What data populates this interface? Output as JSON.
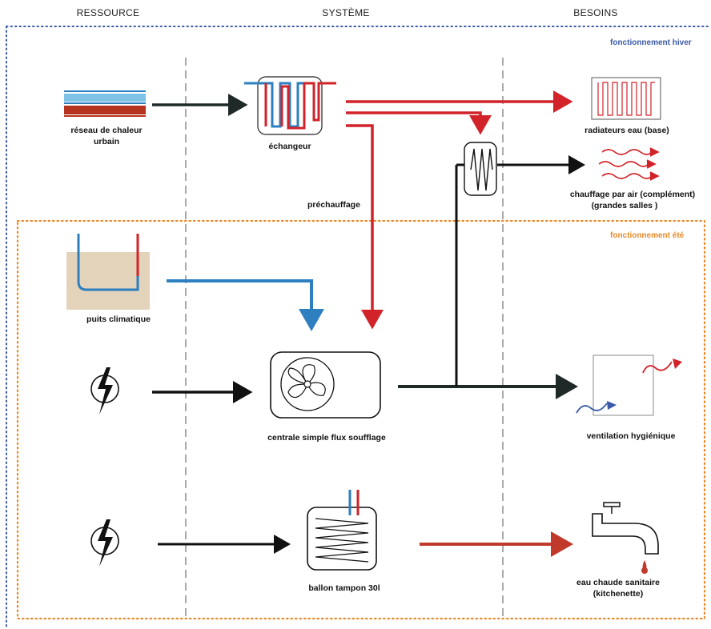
{
  "columns": {
    "ressource": "RESSOURCE",
    "systeme": "SYSTÈME",
    "besoins": "BESOINS"
  },
  "modes": {
    "winter": "fonctionnement hiver",
    "summer": "fonctionnement été"
  },
  "labels": {
    "reseau_1": "réseau de chaleur",
    "reseau_2": "urbain",
    "echangeur": "échangeur",
    "prechauffage": "préchauffage",
    "radiateurs": "radiateurs eau (base)",
    "chauffage_1": "chauffage par air (complément)",
    "chauffage_2": "(grandes salles )",
    "puits": "puits climatique",
    "centrale": "centrale simple flux soufflage",
    "ventilation": "ventilation hygiénique",
    "ballon": "ballon tampon 30l",
    "eau_1": "eau chaude sanitaire",
    "eau_2": "(kitchenette)"
  },
  "colors": {
    "hot": "#d2232a",
    "cold": "#2e7fc0",
    "dark": "#1f2a28",
    "dhw": "#c0392b",
    "winter_border": "#3a5aa8",
    "summer_border": "#e98b2a",
    "ground": "#e3d3ba",
    "network_blue": "#7ec3e6",
    "network_red": "#b5321f"
  }
}
